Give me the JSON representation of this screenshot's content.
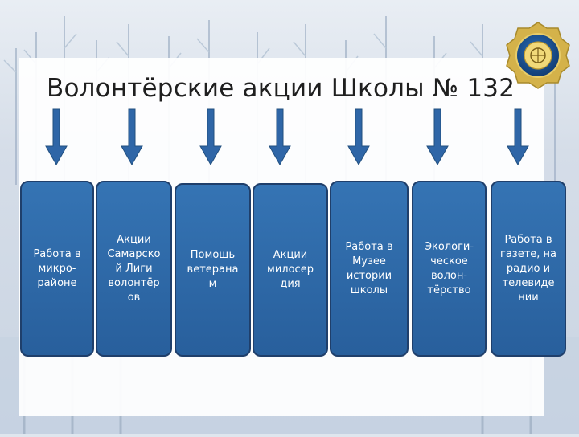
{
  "title": "Волонтёрские акции Школы № 132",
  "colors": {
    "box_fill": "#2d6aa8",
    "box_stroke": "#1f3f6b",
    "arrow_fill": "#2f66a7",
    "panel": "#ffffff"
  },
  "emblem": {
    "icon": "school-emblem-icon"
  },
  "boxes": [
    {
      "label": "Работа в\nмикро-\nрайоне"
    },
    {
      "label": "Акции\nСамарско\nй Лиги\nволонтёр\nов"
    },
    {
      "label": "Помощь\nветерана\nм"
    },
    {
      "label": "Акции\nмилосер\nдия"
    },
    {
      "label": "Работа в\nМузее\nистории\nшколы"
    },
    {
      "label": "Экологи-\nческое\nволон-\nтёрство"
    },
    {
      "label": "Работа в\nгазете, на\nрадио и\nтелевиде\nнии"
    }
  ]
}
